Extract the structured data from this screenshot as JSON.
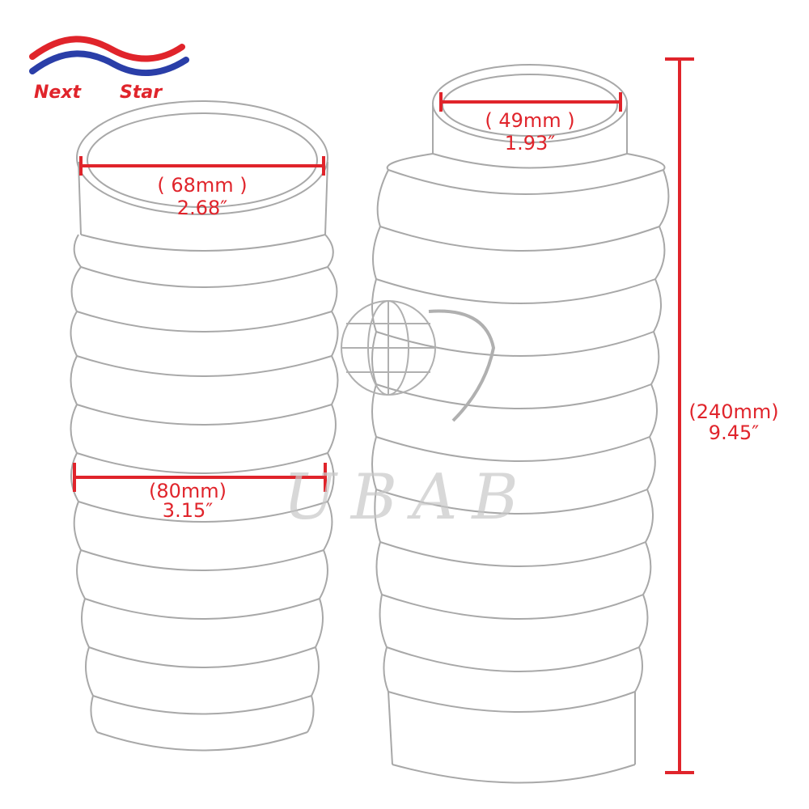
{
  "logo": {
    "word1": "Next",
    "word2": "Star"
  },
  "watermark": {
    "text": "UBAB"
  },
  "dimensions": {
    "left_top_mm": "( 68mm )",
    "left_top_in": "2.68″",
    "left_mid_mm": "(80mm)",
    "left_mid_in": "3.15″",
    "right_top_mm": "( 49mm )",
    "right_top_in": "1.93″",
    "height_mm": "(240mm)",
    "height_in": "9.45″"
  },
  "colors": {
    "accent_red": "#e0242b",
    "logo_blue": "#2a3ea8",
    "outline": "#9a9a9a"
  }
}
